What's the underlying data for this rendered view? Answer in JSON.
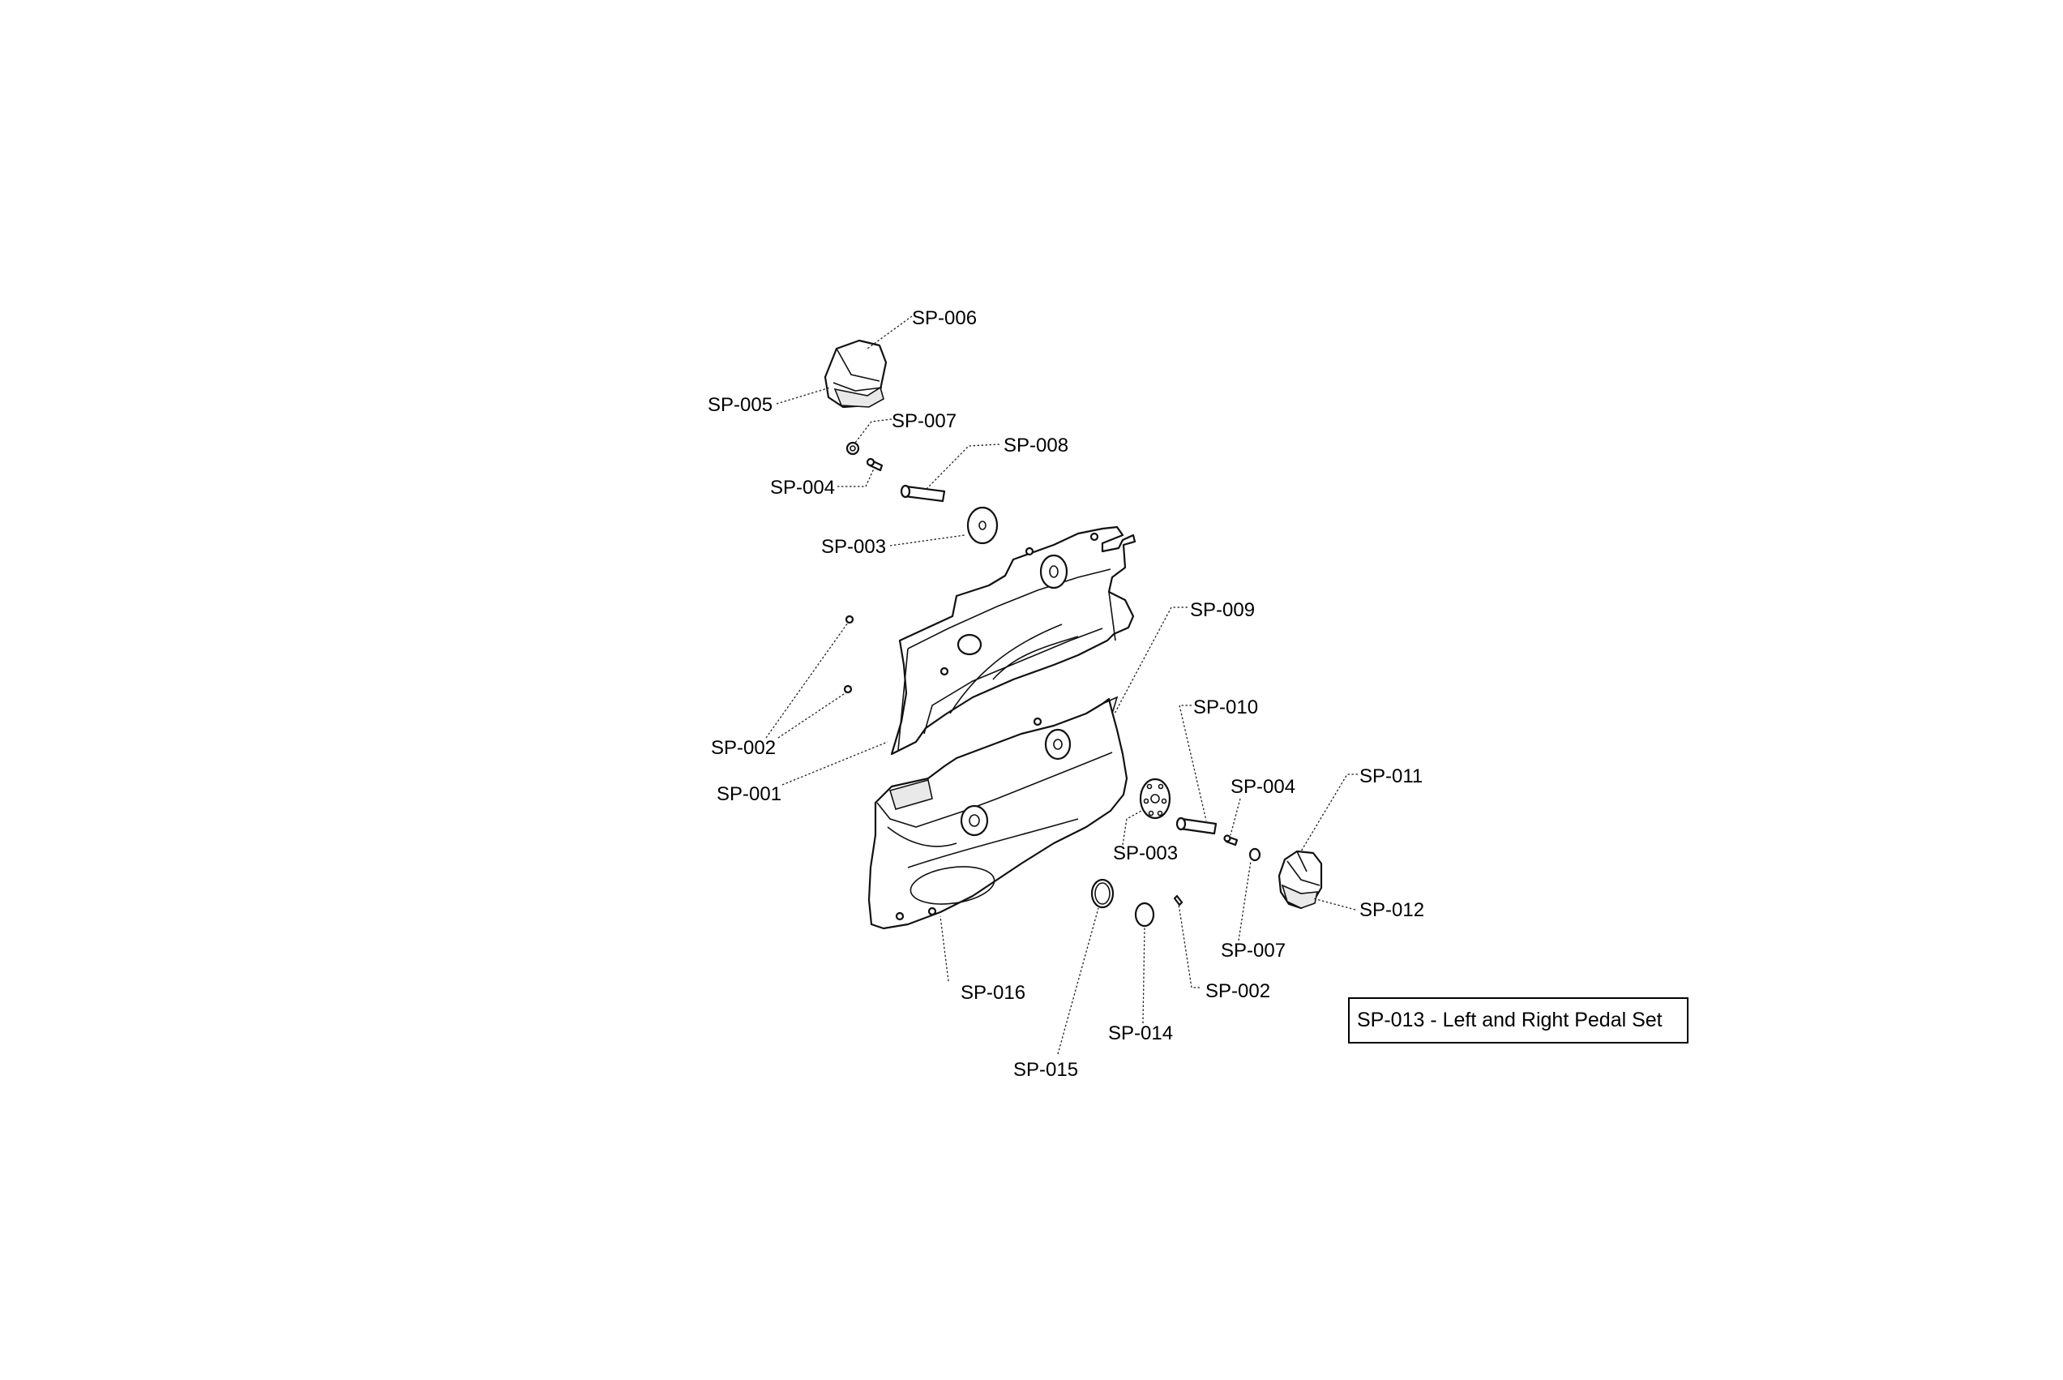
{
  "callouts": {
    "sp006": "SP-006",
    "sp005": "SP-005",
    "sp007_top": "SP-007",
    "sp008": "SP-008",
    "sp004_top": "SP-004",
    "sp003_top": "SP-003",
    "sp009": "SP-009",
    "sp002_left": "SP-002",
    "sp001": "SP-001",
    "sp010": "SP-010",
    "sp011": "SP-011",
    "sp004_right": "SP-004",
    "sp003_right": "SP-003",
    "sp012": "SP-012",
    "sp007_right": "SP-007",
    "sp016": "SP-016",
    "sp002_bottom": "SP-002",
    "sp014": "SP-014",
    "sp015": "SP-015"
  },
  "note": {
    "text": "SP-013 - Left and Right Pedal Set"
  }
}
